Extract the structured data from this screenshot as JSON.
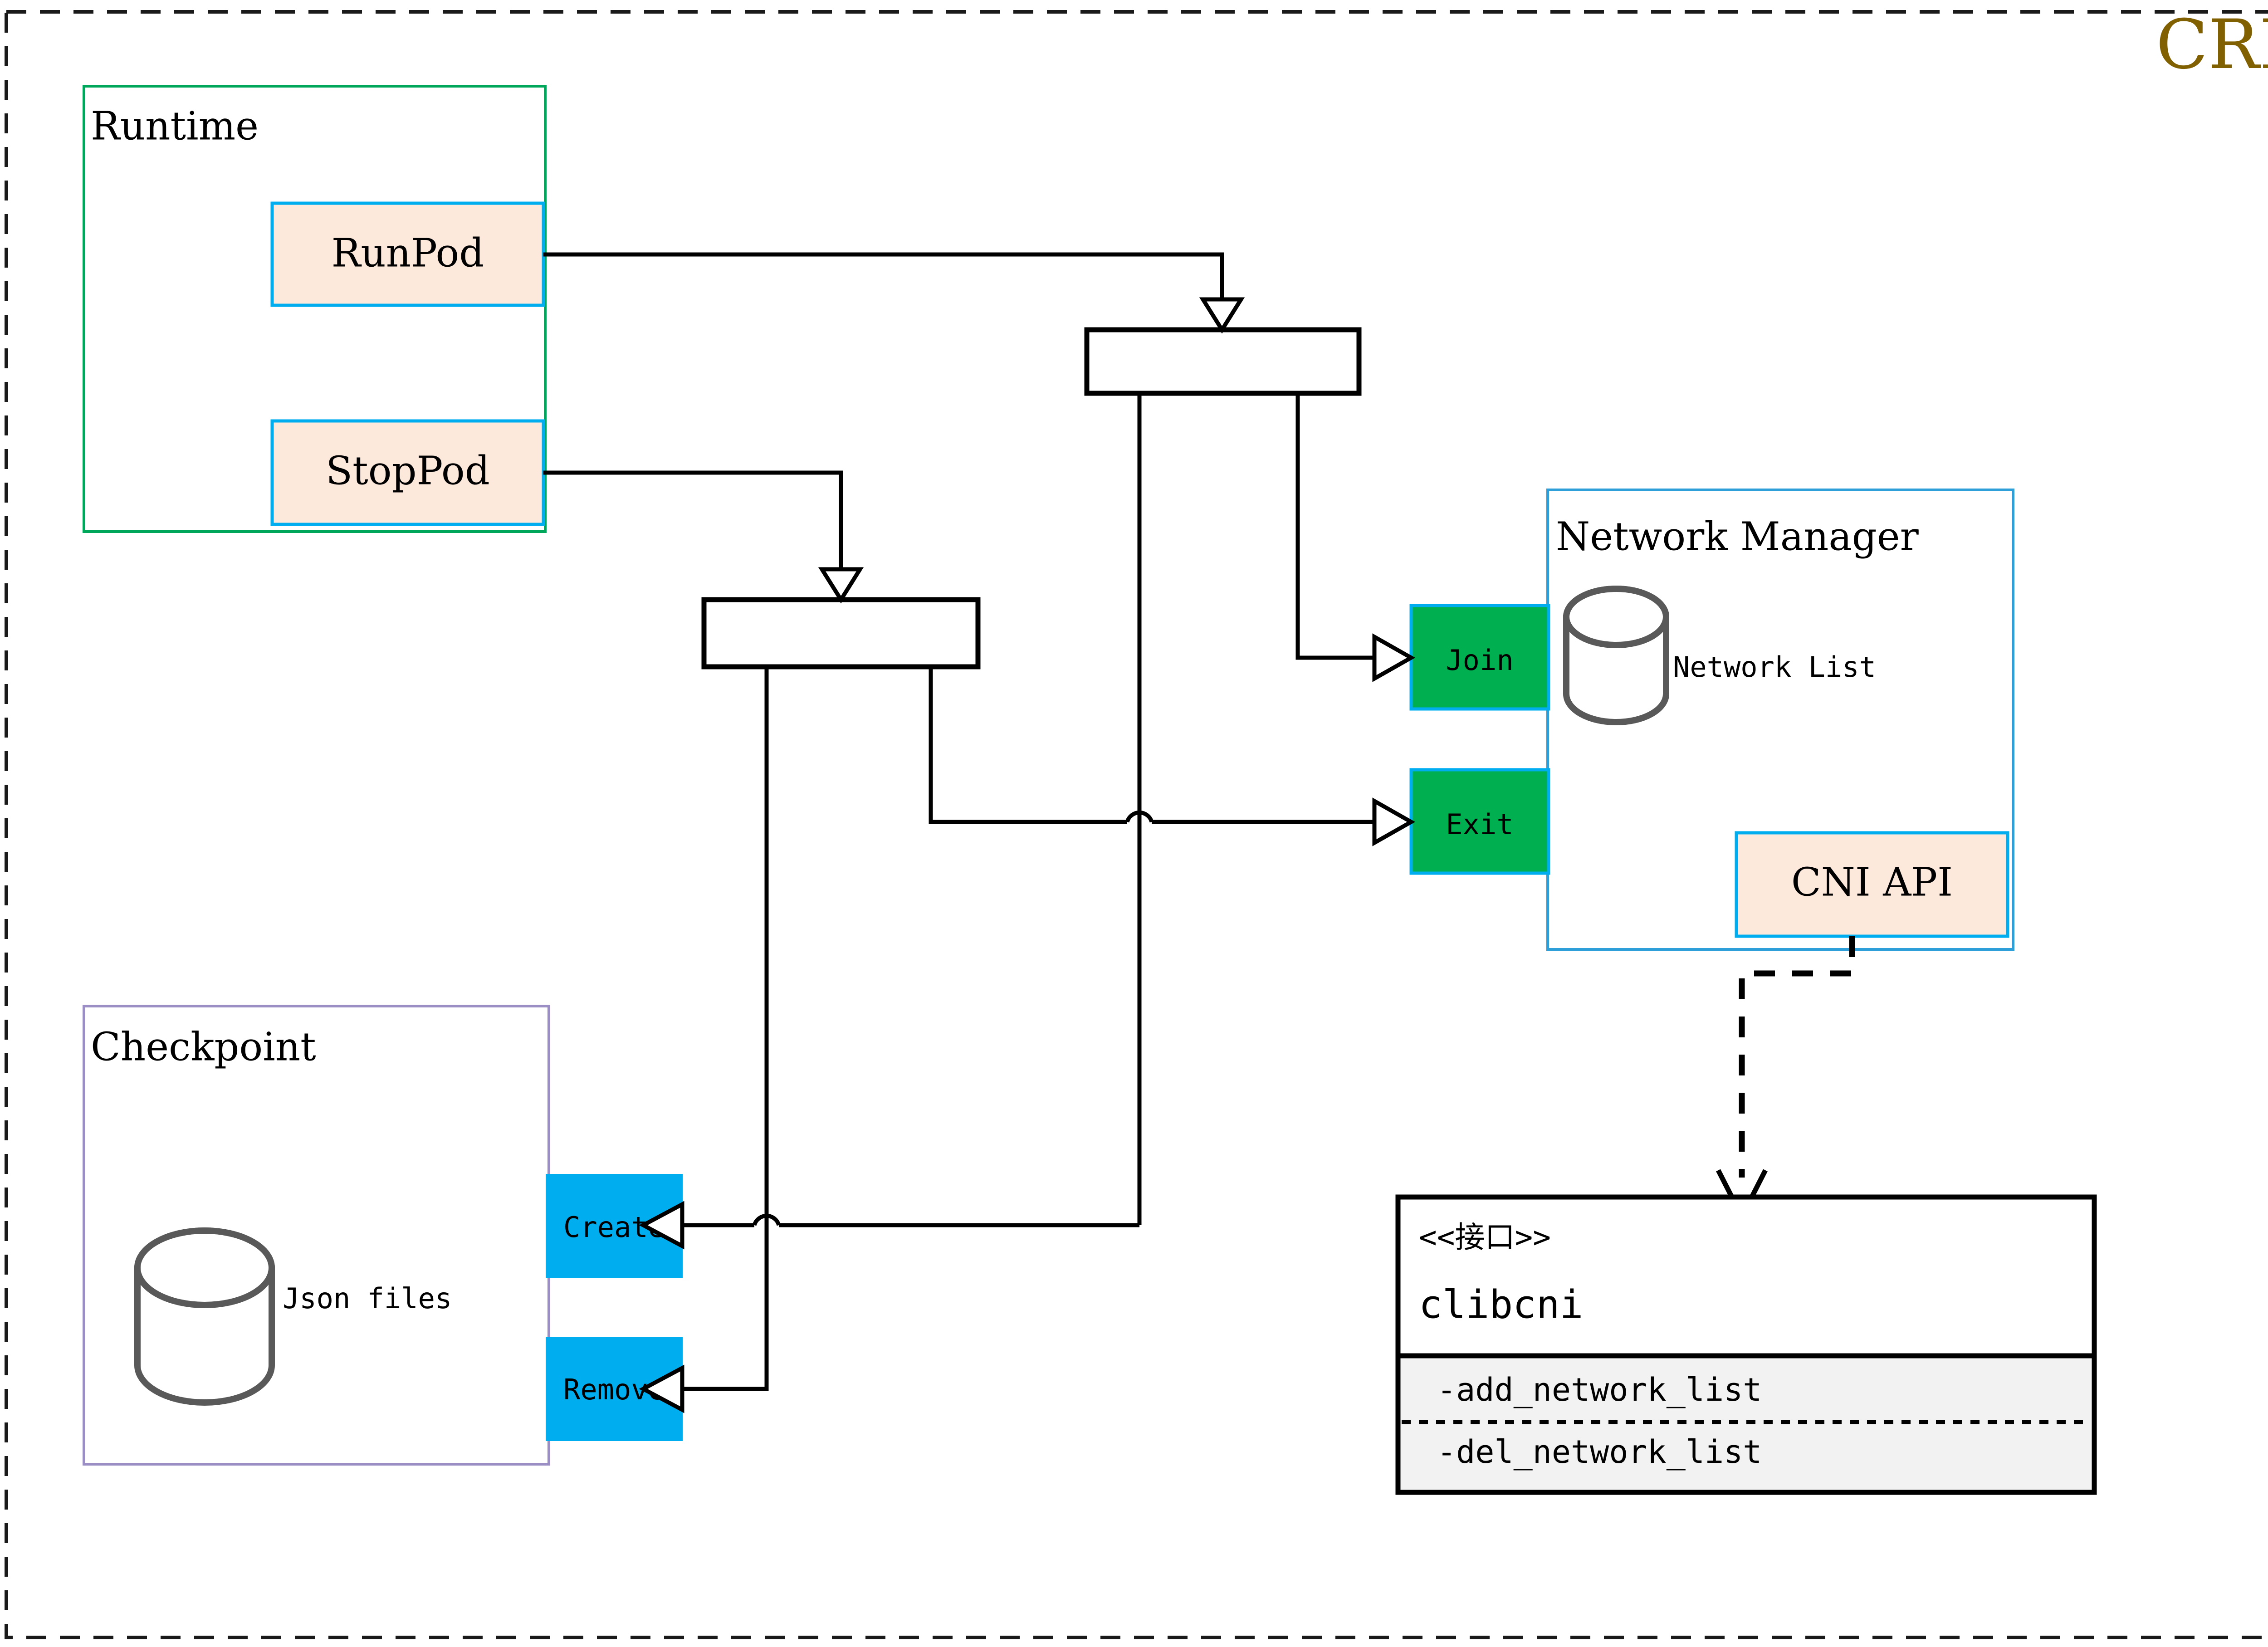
{
  "diagram": {
    "title": "CRI",
    "title_color": "#806000",
    "frame": {
      "style": "dashed"
    }
  },
  "containers": {
    "runtime": {
      "label": "Runtime",
      "border_color": "#00a65a"
    },
    "checkpoint": {
      "label": "Checkpoint",
      "border_color": "#9b8ec4",
      "store_label": "Json files"
    },
    "network_manager": {
      "label": "Network Manager",
      "border_color": "#2e9fd8",
      "store_label": "Network List"
    }
  },
  "nodes": {
    "runpod": {
      "label": "RunPod",
      "fill": "#fce9dc",
      "stroke": "#00aeef"
    },
    "stoppod": {
      "label": "StopPod",
      "fill": "#fce9dc",
      "stroke": "#00aeef"
    },
    "join": {
      "label": "Join",
      "fill": "#00b050",
      "stroke": "#00aeef"
    },
    "exit": {
      "label": "Exit",
      "fill": "#00b050",
      "stroke": "#00aeef"
    },
    "create": {
      "label": "Create",
      "fill": "#00aeef",
      "stroke": "#00aeef"
    },
    "remove": {
      "label": "Remove",
      "fill": "#00aeef",
      "stroke": "#00aeef"
    },
    "cni_api": {
      "label": "CNI API",
      "fill": "#fce9dc",
      "stroke": "#00aeef"
    }
  },
  "interface": {
    "stereotype": "<<接口>>",
    "name": "clibcni",
    "methods": [
      "-add_network_list",
      "-del_network_list"
    ],
    "methods_fill": "#f2f2f2"
  },
  "fork_bars": {
    "top": {
      "name": "runpod-fork-bar"
    },
    "bottom": {
      "name": "stoppod-fork-bar"
    }
  }
}
